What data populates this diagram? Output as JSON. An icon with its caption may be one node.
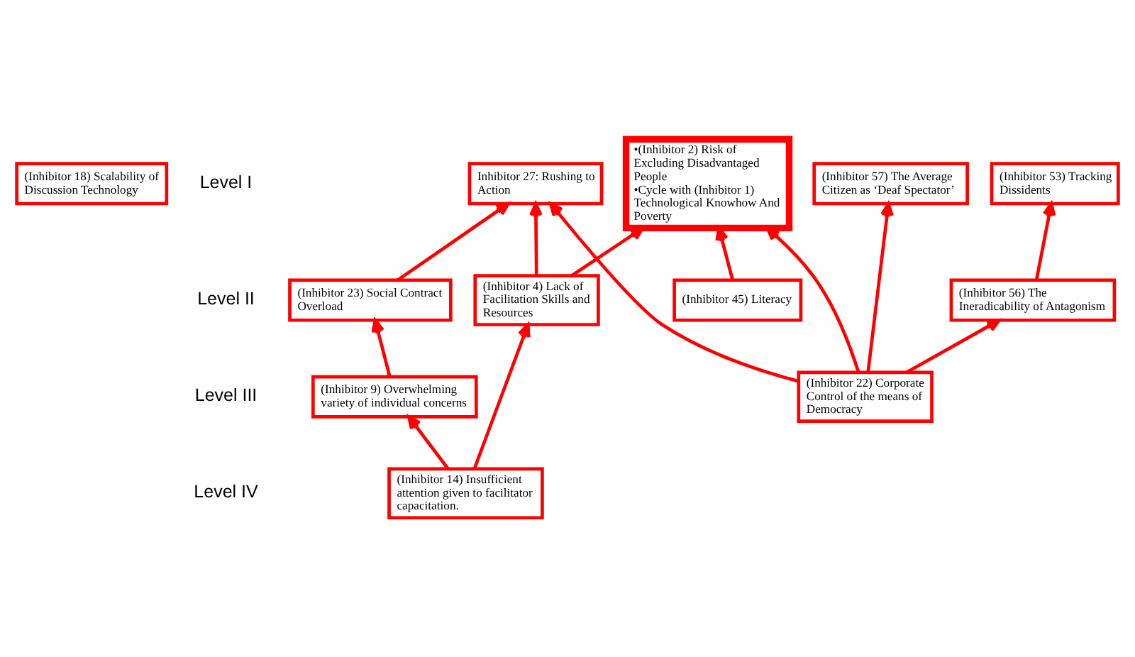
{
  "diagram": {
    "nodes": [
      {
        "text": [
          "(Inhibitor 18) Scalability of Discussion Technology"
        ]
      },
      {
        "text": [
          "(Inhibitor 53) Tracking Dissidents"
        ]
      },
      {
        "text": [
          "Inhibitor 27: Rushing to Action"
        ]
      },
      {
        "text": [
          "•(Inhibitor 2) Risk of Excluding Disadvantaged People",
          "•Cycle with (Inhibitor 1) Technological Knowhow And Poverty"
        ]
      },
      {
        "text": [
          "(Inhibitor 57) The Average Citizen as ‘Deaf Spectator’"
        ]
      },
      {
        "text": [
          "(Inhibitor 4) Lack of Facilitation Skills and Resources"
        ]
      },
      {
        "text": [
          "(Inhibitor 56) The Ineradicability of Antagonism"
        ]
      },
      {
        "text": [
          "(Inhibitor 23) Social Contract Overload"
        ]
      },
      {
        "text": [
          "(Inhibitor 45) Literacy"
        ]
      },
      {
        "text": [
          "(Inhibitor 22) Corporate Control of the means of Democracy"
        ]
      },
      {
        "text": [
          "(Inhibitor 9) Overwhelming variety of individual concerns"
        ]
      },
      {
        "text": [
          "(Inhibitor 14) Insufficient attention given to facilitator capacitation."
        ]
      }
    ],
    "edges": [
      {
        "from": 11,
        "to": 5,
        "arrow": "to"
      },
      {
        "from": 11,
        "to": 10,
        "arrow": "to"
      },
      {
        "from": 5,
        "to": 2,
        "arrow": "to"
      },
      {
        "from": 5,
        "to": 3,
        "arrow": "to"
      },
      {
        "from": 6,
        "to": 1,
        "arrow": "to"
      },
      {
        "from": 9,
        "to": 2,
        "arrow": "to"
      },
      {
        "from": 7,
        "to": 2,
        "arrow": "to"
      },
      {
        "from": 8,
        "to": 3,
        "arrow": "to"
      },
      {
        "from": 9,
        "to": 3,
        "arrow": "to"
      },
      {
        "from": 9,
        "to": 4,
        "arrow": "to"
      },
      {
        "from": 9,
        "to": 6,
        "arrow": "to"
      },
      {
        "from": 10,
        "to": 7,
        "arrow": "to"
      }
    ],
    "labels": [
      "Level I",
      "Level II",
      "Level III",
      "Level IV"
    ]
  }
}
